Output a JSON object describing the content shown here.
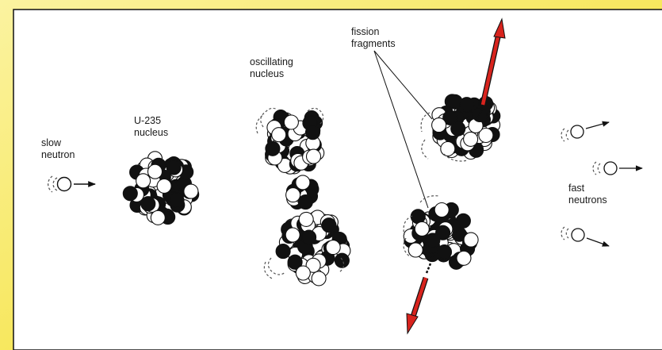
{
  "colors": {
    "frame_gradient_light": "#fbf3a0",
    "frame_gradient_dark": "#f3dc1e",
    "panel": "#ffffff",
    "ink": "#111111",
    "arrow_red": "#d8231d"
  },
  "labels": {
    "slow_neutron": [
      "slow",
      "neutron"
    ],
    "u235_nucleus": [
      "U-235",
      "nucleus"
    ],
    "oscillating_nucleus": [
      "oscillating",
      "nucleus"
    ],
    "fission_fragments": [
      "fission",
      "fragments"
    ],
    "fast_neutrons": [
      "fast",
      "neutrons"
    ]
  }
}
